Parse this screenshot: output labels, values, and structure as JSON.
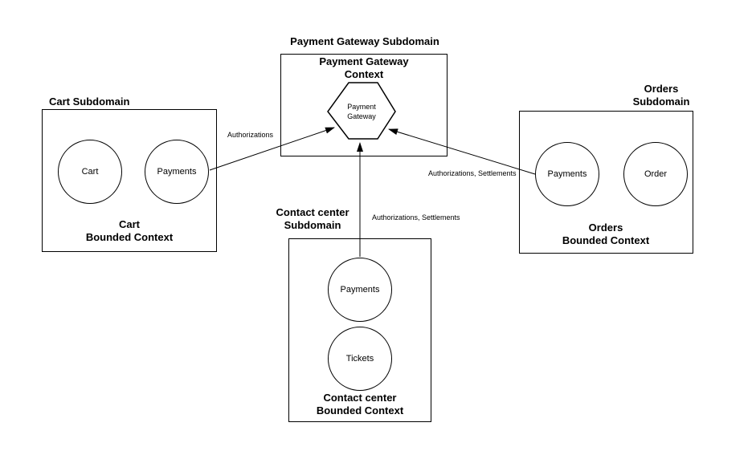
{
  "colors": {
    "background": "#ffffff",
    "stroke": "#000000",
    "text": "#000000"
  },
  "payment_gateway": {
    "subdomain_label": "Payment Gateway Subdomain",
    "context_label": "Payment Gateway\nContext",
    "hexagon_label": "Payment\nGateway"
  },
  "cart": {
    "subdomain_label": "Cart Subdomain",
    "bounded_context_label": "Cart\nBounded Context",
    "circles": [
      "Cart",
      "Payments"
    ]
  },
  "orders": {
    "subdomain_label": "Orders\nSubdomain",
    "bounded_context_label": "Orders\nBounded Context",
    "circles": [
      "Payments",
      "Order"
    ]
  },
  "contact_center": {
    "subdomain_label": "Contact center\nSubdomain",
    "bounded_context_label": "Contact center\nBounded Context",
    "circles": [
      "Payments",
      "Tickets"
    ]
  },
  "arrows": [
    {
      "from": "cart-payments",
      "to": "payment-gateway-hexagon",
      "label": "Authorizations"
    },
    {
      "from": "orders-payments",
      "to": "payment-gateway-hexagon",
      "label": "Authorizations, Settlements"
    },
    {
      "from": "contact-center-payments",
      "to": "payment-gateway-hexagon",
      "label": "Authorizations, Settlements"
    }
  ]
}
